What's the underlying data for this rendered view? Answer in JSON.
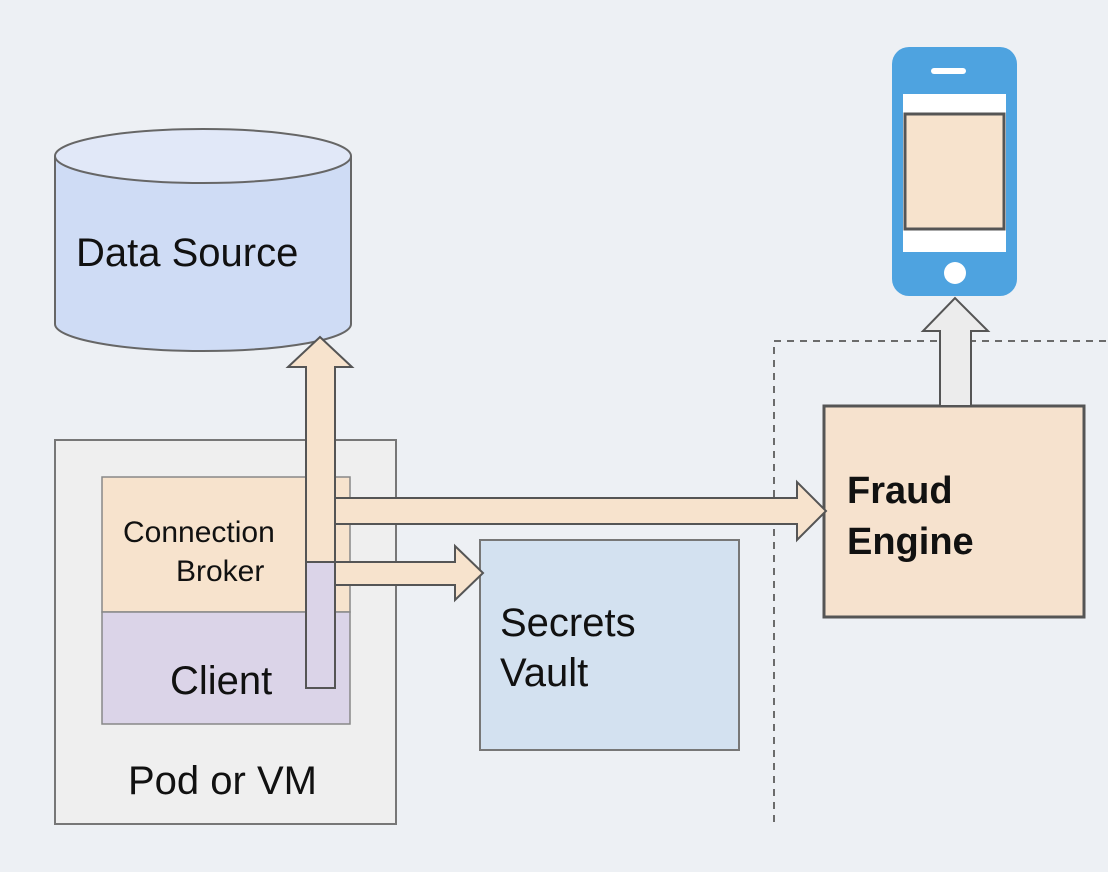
{
  "diagram": {
    "data_source": {
      "label": "Data Source"
    },
    "pod": {
      "label": "Pod or VM",
      "connection_broker": {
        "line1": "Connection",
        "line2": "Broker"
      },
      "client": {
        "label": "Client"
      }
    },
    "secrets_vault": {
      "line1": "Secrets",
      "line2": "Vault"
    },
    "fraud_engine": {
      "line1": "Fraud",
      "line2": "Engine"
    }
  },
  "colors": {
    "background": "#edf0f4",
    "database_fill": "#cfdcf5",
    "database_top": "#e1e8f8",
    "pod_fill": "#efefef",
    "broker_fill": "#f7e3cd",
    "client_fill": "#dbd4e8",
    "vault_fill": "#d3e1f0",
    "engine_fill": "#f6e2ce",
    "arrow_fill": "#f7e3cd",
    "phone_body": "#4ea3e0",
    "outline": "#555555"
  },
  "icons": {
    "phone": "mobile-phone-icon"
  }
}
